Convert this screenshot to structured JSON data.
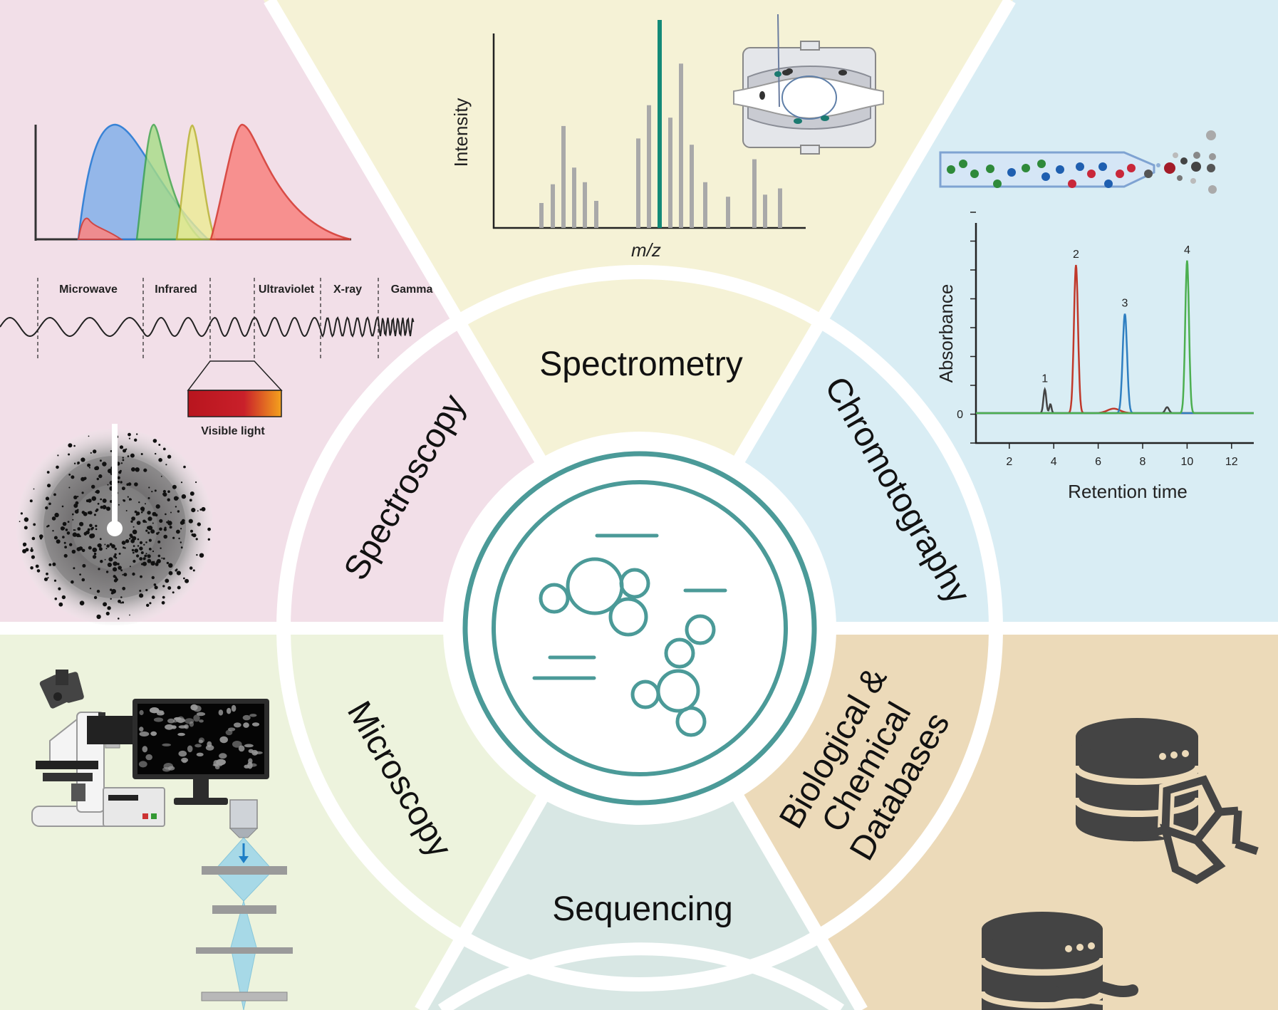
{
  "colors": {
    "spectroscopy_bg": "#f2dfe8",
    "spectrometry_bg": "#f5f2d6",
    "chromatography_bg": "#d9edf4",
    "microscopy_bg": "#edf3dd",
    "sequencing_bg": "#d8e7e4",
    "databases_bg": "#ecdab9",
    "teal": "#4b9a98",
    "dark_icon": "#444444"
  },
  "segments": {
    "spectroscopy": "Spectroscopy",
    "spectrometry": "Spectrometry",
    "chromatography": "Chromotography",
    "microscopy": "Microscopy",
    "sequencing": "Sequencing",
    "databases_line1": "Biological &",
    "databases_line2": "Chemical",
    "databases_line3": "Databases"
  },
  "spectroscopy_panel": {
    "bands": [
      "Microwave",
      "Infrared",
      "Ultraviolet",
      "X-ray",
      "Gamma"
    ],
    "visible_light": "Visible light"
  },
  "spectrometry_panel": {
    "ylabel": "Intensity",
    "xlabel": "m/z"
  },
  "chromatography_panel": {
    "ylabel": "Absorbance",
    "xlabel": "Retention time",
    "y_tick": "0",
    "x_ticks": [
      "2",
      "4",
      "6",
      "8",
      "10",
      "12"
    ],
    "peak_labels": [
      "1",
      "2",
      "3",
      "4"
    ]
  },
  "chart_data": [
    {
      "type": "bar",
      "title": "",
      "xlabel": "m/z",
      "ylabel": "Intensity",
      "values": [
        0.12,
        0.21,
        0.49,
        0.29,
        0.22,
        0.13,
        0.43,
        0.59,
        1.0,
        0.53,
        0.79,
        0.4,
        0.22,
        0.15,
        0.33,
        0.16,
        0.19
      ],
      "highlight_index": 8
    },
    {
      "type": "line",
      "title": "",
      "xlabel": "Retention time",
      "ylabel": "Absorbance",
      "xlim": [
        0.5,
        13
      ],
      "series": [
        {
          "name": "1",
          "peak_x": 3.6,
          "peak_height": 0.16
        },
        {
          "name": "2",
          "peak_x": 5.0,
          "peak_height": 1.0
        },
        {
          "name": "3",
          "peak_x": 7.2,
          "peak_height": 0.67
        },
        {
          "name": "4",
          "peak_x": 10.0,
          "peak_height": 1.03
        }
      ]
    }
  ]
}
